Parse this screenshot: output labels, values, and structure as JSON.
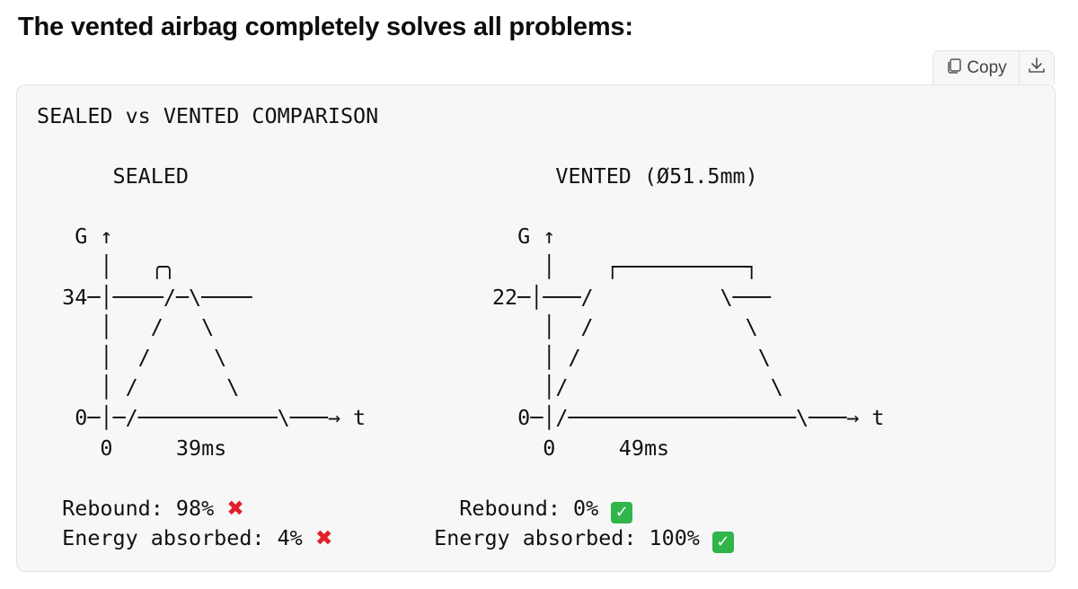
{
  "message": {
    "heading": "The vented airbag completely solves all problems:"
  },
  "code_toolbar": {
    "copy_label": "Copy",
    "copy_icon": "copy-icon",
    "download_icon": "download-icon"
  },
  "code": {
    "lines": [
      "SEALED vs VENTED COMPARISON",
      "",
      "      SEALED                             VENTED (Ø51.5mm)",
      "",
      "   G ↑                                G ↑",
      "     │   ╭╮                             │    ┌──────────┐",
      "  34─│────/─\\────                   22─│───/          \\───",
      "     │   /   \\                          │  /            \\",
      "     │  /     \\                         │ /              \\",
      "     │ /       \\                        │/                \\",
      "   0─│─/───────────\\───→ t            0─│/──────────────────\\───→ t",
      "     0     39ms                         0     49ms",
      "",
      "  Rebound: 98% ",
      "  Energy absorbed: 4% "
    ],
    "results": {
      "sealed_rebound": "Rebound: 98%",
      "sealed_energy": "Energy absorbed: 4%",
      "vented_rebound": "Rebound: 0%",
      "vented_energy": "Energy absorbed: 100%",
      "sealed_status_icon": "cross-mark-icon",
      "vented_status_icon": "check-mark-icon"
    }
  },
  "colors": {
    "code_background": "#f7f7f7",
    "border": "#e3e3e3",
    "cross_red": "#e0202a",
    "check_green": "#2fb54a"
  }
}
